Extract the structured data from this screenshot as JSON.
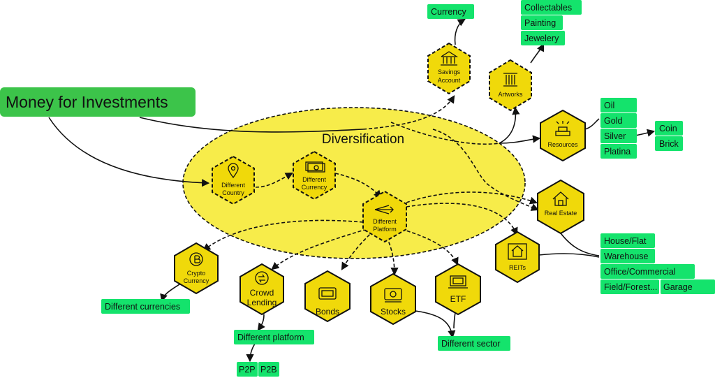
{
  "root": "Money for Investments",
  "center": "Diversification",
  "nodes": {
    "different_country": [
      "Different",
      "Country"
    ],
    "different_currency": [
      "Different",
      "Currency"
    ],
    "different_platform": [
      "Different",
      "Platform"
    ],
    "savings_account": [
      "Savings",
      "Account"
    ],
    "artworks": "Artworks",
    "resources": "Resources",
    "real_estate": "Real Estate",
    "reits": "REITs",
    "crypto_currency": [
      "Crypto",
      "Currency"
    ],
    "crowd_lending": [
      "Crowd",
      "Lending"
    ],
    "bonds": "Bonds",
    "stocks": "Stocks",
    "etf": "ETF"
  },
  "tags": {
    "currency": "Currency",
    "collectables": "Collectables",
    "painting": "Painting",
    "jewelery": "Jewelery",
    "oil": "Oil",
    "gold": "Gold",
    "silver": "Silver",
    "platina": "Platina",
    "coin": "Coin",
    "brick": "Brick",
    "house_flat": "House/Flat",
    "warehouse": "Warehouse",
    "office_commercial": "Office/Commercial",
    "field_forest": "Field/Forest...",
    "garage": "Garage",
    "different_currencies": "Different currencies",
    "different_platform": "Different platform",
    "p2p": "P2P",
    "p2b": "P2B",
    "different_sector": "Different sector"
  },
  "colors": {
    "node_fill": "#f0d90a",
    "ellipse_fill": "#f7ec4a",
    "tag_fill": "#14e36c",
    "root_fill": "#3cc44a",
    "stroke": "#111111"
  }
}
